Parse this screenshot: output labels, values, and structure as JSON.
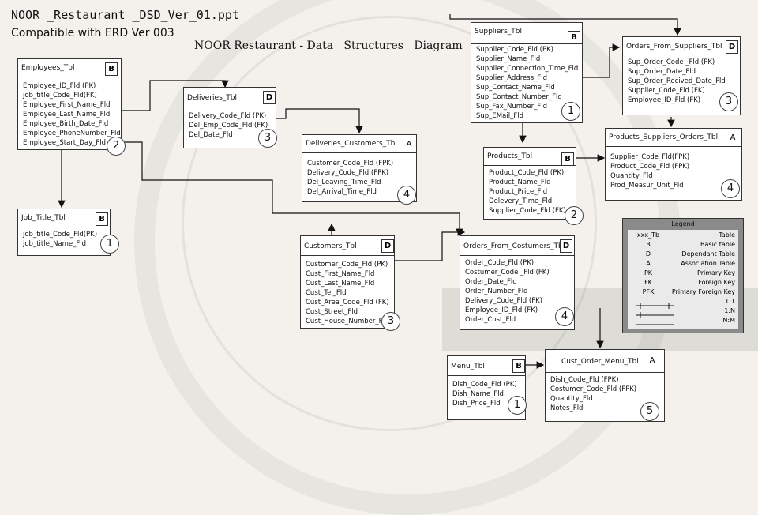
{
  "doc": {
    "title": "NOOR _Restaurant _DSD_Ver_01.ppt",
    "subtitle": "Compatible with ERD Ver 003",
    "diagram_title": "NOOR Restaurant - Data   Structures   Diagram"
  },
  "tables": {
    "employees": {
      "name": "Employees_Tbl",
      "type": "B",
      "badge": "2",
      "fields": [
        "Employee_ID_Fld (PK)",
        "job_title_Code_Fld(FK)",
        "Employee_First_Name_Fld",
        "Employee_Last_Name_Fld",
        "Employee_Birth_Date_Fld",
        "Employee_PhoneNumber_Fld",
        "Employee_Start_Day_Fld"
      ]
    },
    "job_title": {
      "name": "Job_Title_Tbl",
      "type": "B",
      "badge": "1",
      "fields": [
        "job_title_Code_Fld(PK)",
        "job_title_Name_Fld"
      ]
    },
    "deliveries": {
      "name": "Deliveries_Tbl",
      "type": "D",
      "badge": "3",
      "fields": [
        "Delivery_Code_Fld (PK)",
        "Del_Emp_Code_Fld (FK)",
        "Del_Date_Fld"
      ]
    },
    "deliveries_customers": {
      "name": "Deliveries_Customers_Tbl",
      "type": "A",
      "badge": "4",
      "fields": [
        "Customer_Code_Fld (FPK)",
        "Delivery_Code_Fld (FPK)",
        "Del_Leaving_Time_Fld",
        "Del_Arrival_Time_Fld"
      ]
    },
    "customers": {
      "name": "Customers_Tbl",
      "type": "D",
      "badge": "3",
      "fields": [
        "Customer_Code_Fld (PK)",
        "Cust_First_Name_Fld",
        "Cust_Last_Name_Fld",
        "Cust_Tel_Fld",
        "Cust_Area_Code_Fld (FK)",
        "Cust_Street_Fld",
        "Cust_House_Number_Fld"
      ]
    },
    "suppliers": {
      "name": "Suppliers_Tbl",
      "type": "B",
      "badge": "1",
      "fields": [
        "Supplier_Code_Fld (PK)",
        "Supplier_Name_Fld",
        "Supplier_Connection_Time_Fld",
        "Supplier_Address_Fld",
        "Sup_Contact_Name_Fld",
        "Sup_Contact_Number_Fld",
        "Sup_Fax_Number_Fld",
        "Sup_EMail_Fld"
      ]
    },
    "orders_from_suppliers": {
      "name": "Orders_From_Suppliers_Tbl",
      "type": "D",
      "badge": "3",
      "fields": [
        "Sup_Order_Code _Fld (PK)",
        "Sup_Order_Date_Fld",
        "Sup_Order_Recived_Date_Fld",
        "Supplier_Code_Fld (FK)",
        "Employee_ID_Fld (FK)"
      ]
    },
    "products": {
      "name": "Products_Tbl",
      "type": "B",
      "badge": "2",
      "fields": [
        "Product_Code_Fld (PK)",
        "Product_Name_Fld",
        "Product_Price_Fld",
        "Delevery_Time_Fld",
        "Supplier_Code_Fld (FK)"
      ]
    },
    "products_suppliers_orders": {
      "name": "Products_Suppliers_Orders_Tbl",
      "type": "A",
      "badge": "4",
      "fields": [
        "Supplier_Code_Fld(FPK)",
        "Product_Code_Fld (FPK)",
        "Quantity_Fld",
        "Prod_Measur_Unit_Fld"
      ]
    },
    "orders_from_customers": {
      "name": "Orders_From_Costumers_Tbl",
      "type": "D",
      "badge": "4",
      "fields": [
        "Order_Code_Fld (PK)",
        "Costumer_Code _Fld (FK)",
        "Order_Date_Fld",
        "Order_Number_Fld",
        "Delivery_Code_Fld (FK)",
        "Employee_ID_Fld (FK)",
        "Order_Cost_Fld"
      ]
    },
    "menu": {
      "name": "Menu_Tbl",
      "type": "B",
      "badge": "1",
      "fields": [
        "Dish_Code_Fld (PK)",
        "Dish_Name_Fld",
        "Dish_Price_Fld"
      ]
    },
    "cust_order_menu": {
      "name": "Cust_Order_Menu_Tbl",
      "type": "A",
      "badge": "5",
      "fields": [
        "Dish_Code_Fld (FPK)",
        "Costumer_Code_Fld (FPK)",
        "Quantity_Fld",
        "Notes_Fld"
      ]
    }
  },
  "legend": {
    "title": "Legend",
    "rows": [
      {
        "sym": "xxx_Tb",
        "desc": "Table"
      },
      {
        "sym": "B",
        "desc": "Basic table"
      },
      {
        "sym": "D",
        "desc": "Dependant Table"
      },
      {
        "sym": "A",
        "desc": "Association Table"
      },
      {
        "sym": "PK",
        "desc": "Primary Key"
      },
      {
        "sym": "FK",
        "desc": "Foreign Key"
      },
      {
        "sym": "PFK",
        "desc": "Primary Foreign Key"
      },
      {
        "sym": "",
        "desc": "1:1"
      },
      {
        "sym": "",
        "desc": "1:N"
      },
      {
        "sym": "",
        "desc": "N:M"
      }
    ]
  }
}
